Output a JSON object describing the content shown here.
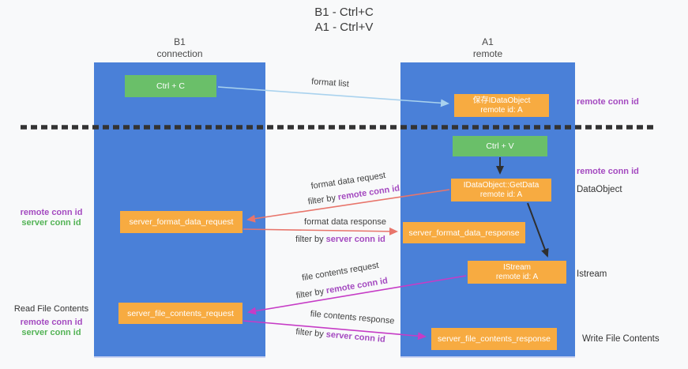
{
  "title": {
    "line1": "B1 - Ctrl+C",
    "line2": "A1 - Ctrl+V"
  },
  "lifelines": {
    "left": {
      "name": "B1",
      "sub": "connection"
    },
    "right": {
      "name": "A1",
      "sub": "remote"
    }
  },
  "nodes": {
    "ctrl_c": {
      "label": "Ctrl + C"
    },
    "save_idataobject": {
      "line1": "保存IDataObject",
      "line2": "remote id: A"
    },
    "ctrl_v": {
      "label": "Ctrl + V"
    },
    "idataobject_getdata": {
      "line1": "IDataObject::GetData",
      "line2": "remote id: A"
    },
    "istream": {
      "line1": "IStream",
      "line2": "remote id: A"
    },
    "server_format_data_request": {
      "label": "server_format_data_request"
    },
    "server_format_data_response": {
      "label": "server_format_data_response"
    },
    "server_file_contents_request": {
      "label": "server_file_contents_request"
    },
    "server_file_contents_response": {
      "label": "server_file_contents_response"
    }
  },
  "arrows": {
    "format_list": {
      "label": "format list"
    },
    "format_data_request": {
      "label": "format data request",
      "filter_prefix": "filter by ",
      "filter_key": "remote conn id"
    },
    "format_data_response": {
      "label": "format data response",
      "filter_prefix": "filter by ",
      "filter_key": "server conn id"
    },
    "file_contents_request": {
      "label": "file contents request",
      "filter_prefix": "filter by ",
      "filter_key": "remote conn id"
    },
    "file_contents_response": {
      "label": "file contents response",
      "filter_prefix": "filter by ",
      "filter_key": "server conn id"
    }
  },
  "annotations": {
    "right_remote_conn_id_1": "remote conn id",
    "right_remote_conn_id_2": "remote conn id",
    "dataobject": "DataObject",
    "istream": "Istream",
    "write_file_contents": "Write File Contents",
    "read_file_contents": "Read File Contents",
    "left_pair1": {
      "remote": "remote conn id",
      "server": "server conn id"
    },
    "left_pair2": {
      "remote": "remote conn id",
      "server": "server conn id"
    }
  },
  "colors": {
    "lifeline_fill": "#4a80d8",
    "action_fill": "#6abf69",
    "object_fill": "#f7ab41",
    "remote_conn_id_text": "#a44ac0",
    "server_conn_id_text": "#53b355",
    "arrow_format_list": "#a9d2ee",
    "arrow_format_data": "#e8756b",
    "arrow_file_contents": "#c63cc6",
    "arrow_local": "#2f2f2f",
    "divider": "#333333",
    "background": "#f8f9fa"
  }
}
